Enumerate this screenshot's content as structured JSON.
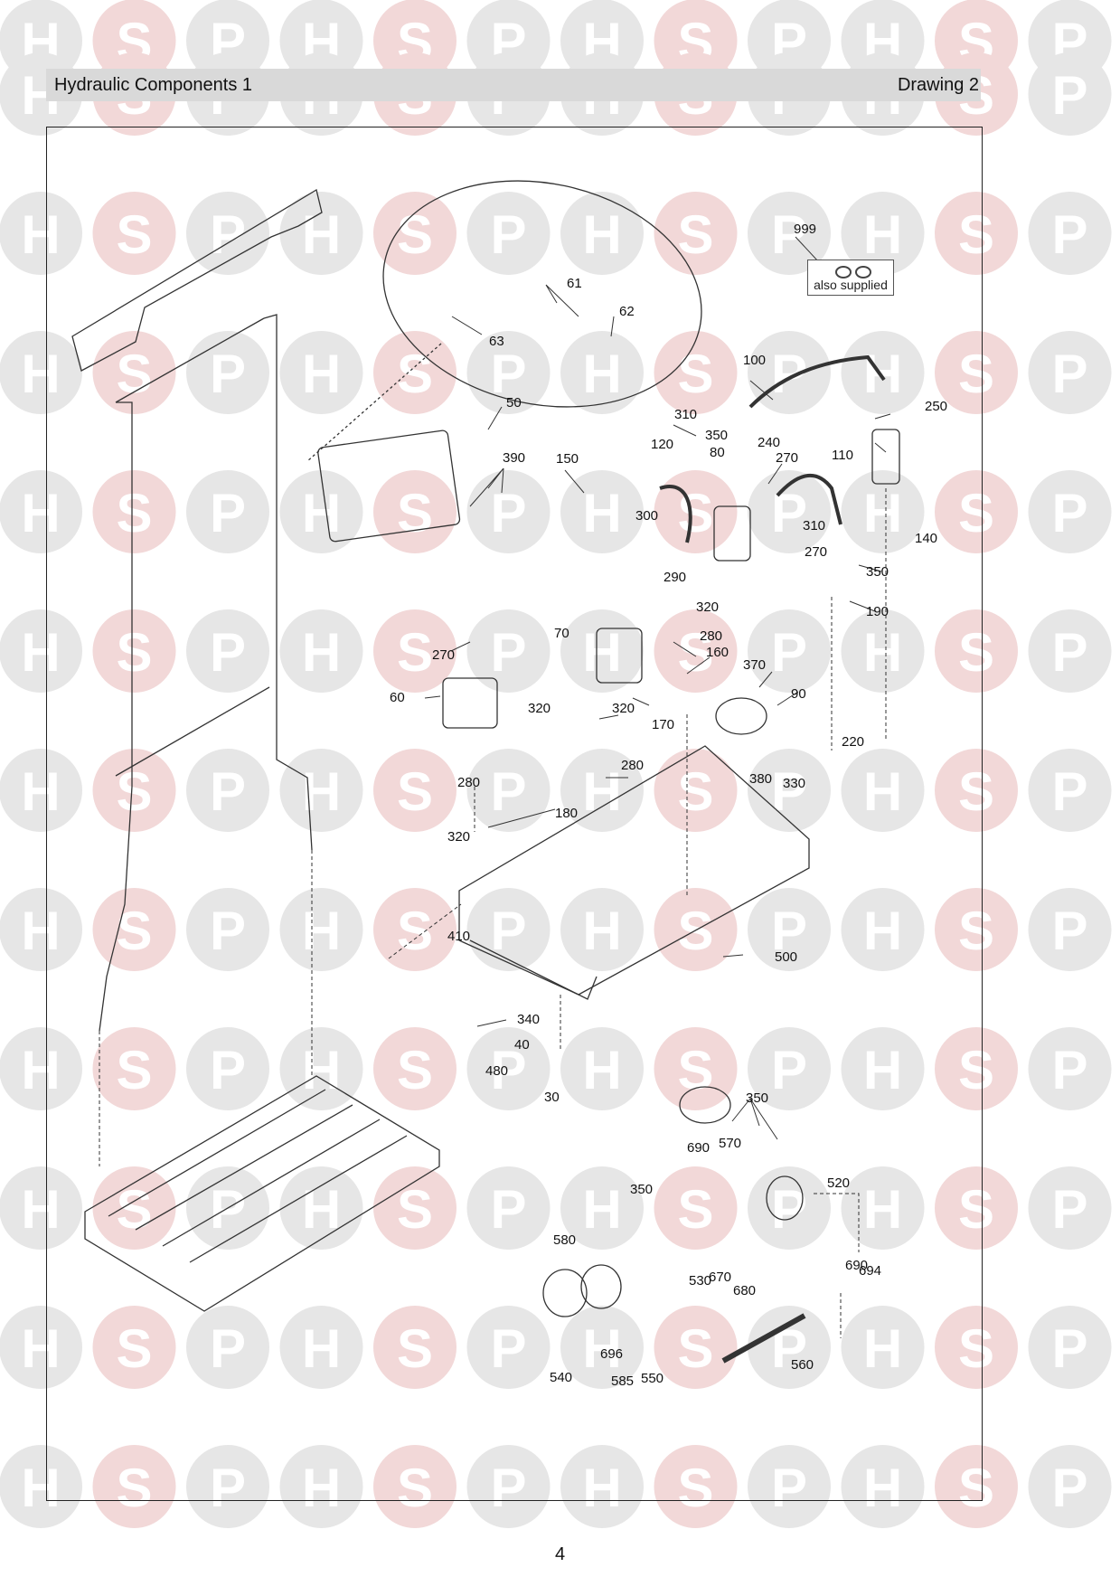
{
  "header": {
    "title": "Hydraulic Components 1",
    "drawing": "Drawing 2"
  },
  "watermark": {
    "letters": [
      "H",
      "S",
      "P"
    ],
    "colors": {
      "circle": "#e6e6e6",
      "accent_circle": "#f2d8d8",
      "letter": "#ffffff"
    }
  },
  "diagram": {
    "note": "also supplied",
    "callouts": [
      "999",
      "61",
      "62",
      "63",
      "100",
      "50",
      "390",
      "310",
      "350",
      "120",
      "150",
      "240",
      "270",
      "110",
      "250",
      "80",
      "310",
      "270",
      "140",
      "300",
      "350",
      "290",
      "320",
      "190",
      "70",
      "280",
      "160",
      "370",
      "90",
      "270",
      "320",
      "60",
      "320",
      "280",
      "170",
      "280",
      "220",
      "380",
      "330",
      "180",
      "320",
      "410",
      "500",
      "340",
      "40",
      "480",
      "30",
      "350",
      "690",
      "570",
      "520",
      "350",
      "580",
      "690",
      "694",
      "670",
      "530",
      "680",
      "696",
      "540",
      "550",
      "560",
      "585"
    ]
  },
  "footer": {
    "page_number": "4"
  }
}
